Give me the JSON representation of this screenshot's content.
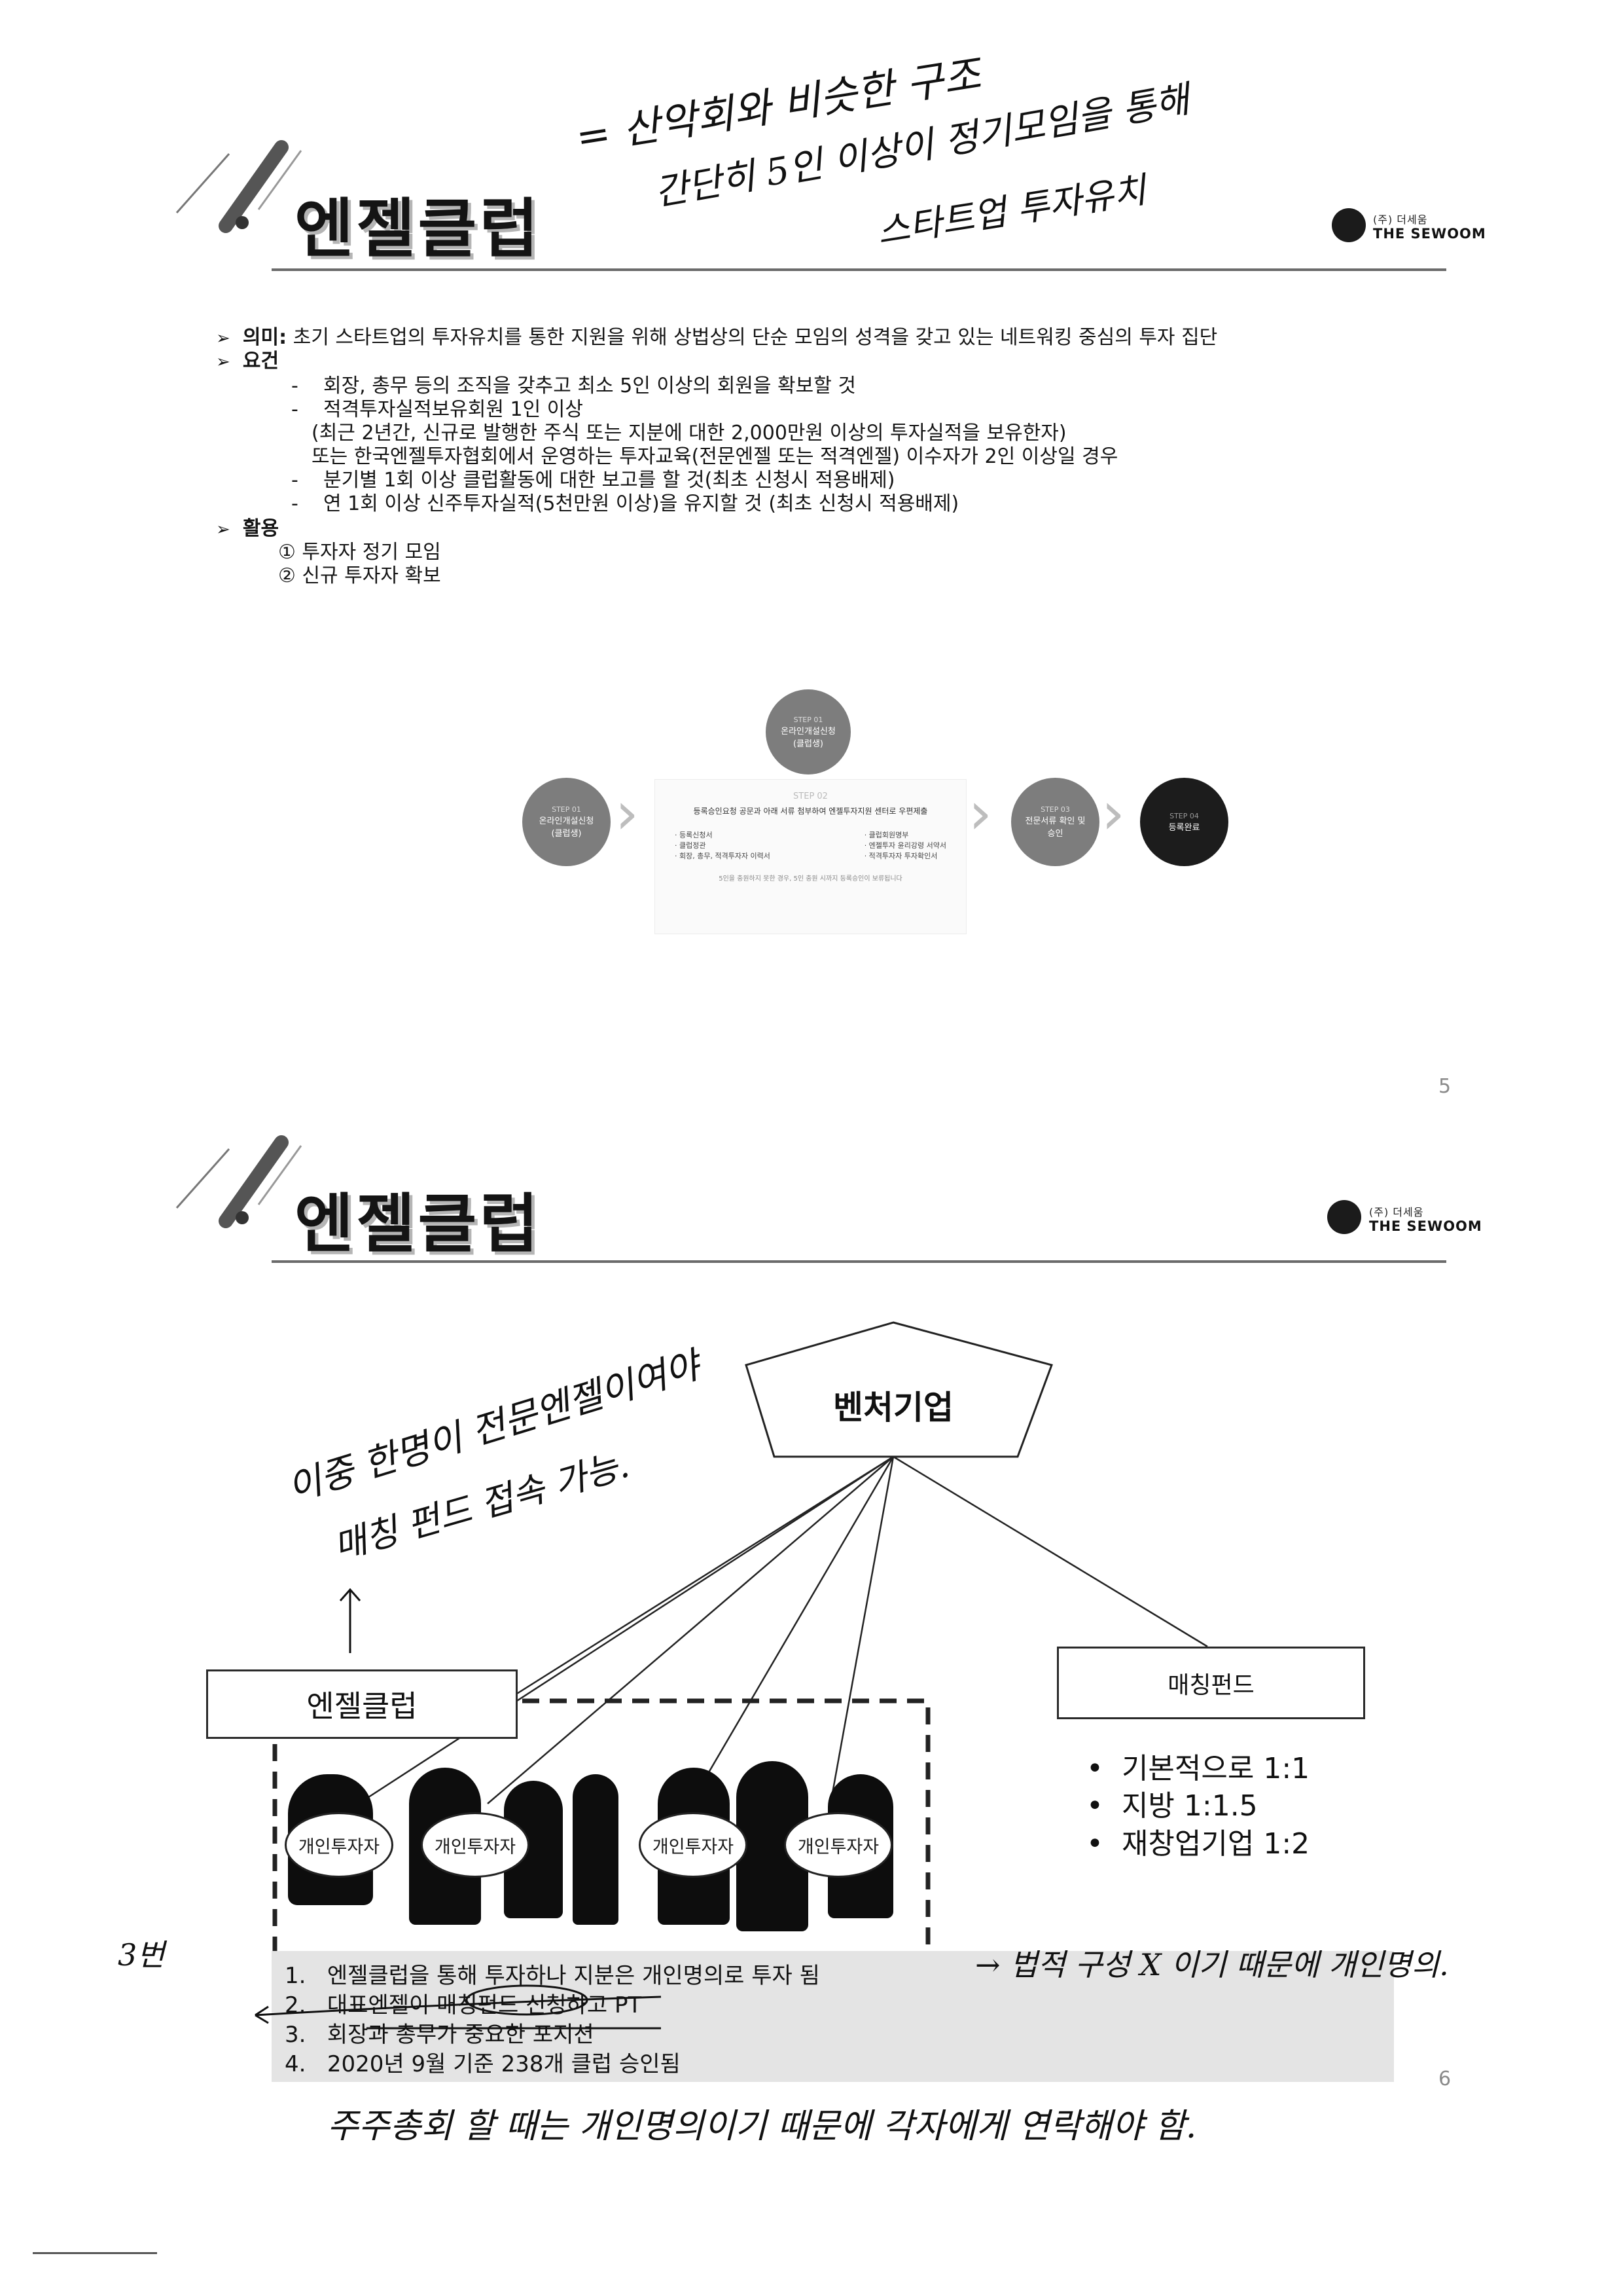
{
  "slide1": {
    "title": "엔젤클럽",
    "handwritten_top": [
      "= 산악회와 비슷한 구조",
      "간단히 5인 이상이 정기모임을 통해",
      "스타트업 투자유치"
    ],
    "logo_small": "(주) 더세움",
    "logo_name": "THE SEWOOM",
    "meaning_label": "의미:",
    "meaning_text": "초기 스타트업의 투자유치를 통한 지원을 위해 상법상의 단순 모임의 성격을 갖고 있는 네트워킹 중심의 투자 집단",
    "requirements_label": "요건",
    "requirements": [
      "회장, 총무 등의 조직을 갖추고 최소 5인 이상의 회원을 확보할 것",
      "적격투자실적보유회원 1인 이상",
      "(최근 2년간, 신규로 발행한 주식 또는 지분에 대한 2,000만원 이상의 투자실적을 보유한자)",
      "또는 한국엔젤투자협회에서 운영하는 투자교육(전문엔젤 또는 적격엔젤) 이수자가 2인 이상일 경우",
      "분기별 1회 이상 클럽활동에 대한 보고를 할 것(최초 신청시 적용배제)",
      "연 1회 이상 신주투자실적(5천만원 이상)을 유지할 것 (최초 신청시 적용배제)"
    ],
    "activity_label": "활용",
    "activities": [
      "① 투자자 정기 모임",
      "② 신규 투자자 확보"
    ],
    "process": {
      "step_top": {
        "tag": "STEP 01",
        "label": "온라인개설신청 (클럽생)"
      },
      "step1": {
        "tag": "STEP 01",
        "label": "온라인개설신청 (클럽생)"
      },
      "step2_tag": "STEP 02",
      "step2_heading": "등록승인요청 공문과 아래 서류 첨부하여 엔젤투자지원 센터로 우편제출",
      "step2_left": [
        "· 등록신청서",
        "· 클럽정관",
        "· 회장, 총무, 적격투자자 이력서"
      ],
      "step2_right": [
        "· 클럽회원명부",
        "· 엔젤투자 윤리강령 서약서",
        "· 적격투자자 투자확인서"
      ],
      "step2_note": "5인을 충원하지 못한 경우, 5인 충원 시까지 등록승인이 보류됩니다",
      "step3": {
        "tag": "STEP 03",
        "label": "전문서류 확인 및 승인"
      },
      "step4": {
        "tag": "STEP 04",
        "label": "등록완료"
      }
    },
    "page_number": "5"
  },
  "slide2": {
    "title": "엔젤클럽",
    "logo_small": "(주) 더세움",
    "logo_name": "THE SEWOOM",
    "venture_label": "벤처기업",
    "handwritten_note": [
      "이중 한명이 전문엔젤이여야",
      "매칭 펀드 접속 가능."
    ],
    "angel_club_label": "엔젤클럽",
    "matching_fund_label": "매칭펀드",
    "investor_label": "개인투자자",
    "ratios": [
      "기본적으로 1:1",
      "지방 1:1.5",
      "재창업기업 1:2"
    ],
    "list": [
      {
        "num": "1.",
        "text": "엔젤클럽을 통해 투자하나 지분은 개인명의로 투자 됨"
      },
      {
        "num": "2.",
        "text": "대표엔젤이 매칭펀드 신청하고 PT"
      },
      {
        "num": "3.",
        "text": "회장과 총무가 중요한 포지션"
      },
      {
        "num": "4.",
        "text": "2020년 9월 기준 238개 클럽 승인됨"
      }
    ],
    "handwritten_side": "→ 법적 구성 X 이기 때문에 개인명의.",
    "handwritten_margin": "3번",
    "handwritten_bottom": "주주총회 할 때는 개인명의이기 때문에 각자에게 연락해야 함.",
    "page_number": "6"
  },
  "colors": {
    "rule": "#6b6b6b",
    "step_gray": "#7d7d7d",
    "step_dark": "#1c1c1c",
    "list_shade": "#e4e4e4"
  }
}
